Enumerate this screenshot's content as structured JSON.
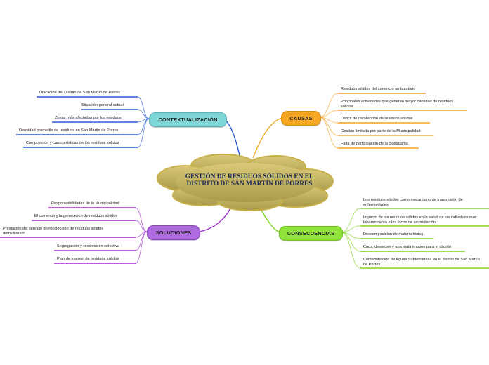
{
  "central": {
    "title": "GESTIÓN DE RESIDUOS SÓLIDOS EN EL DISTRITO DE SAN MARTÍN DE PORRES"
  },
  "branches": {
    "contextualizacion": {
      "label": "CONTEXTUALIZACIÓN",
      "color": "#2a5bd7",
      "fill": "#7fd6d6",
      "items": [
        "Ubicación del Distrito de San Martín de Porres",
        "Situación general actual",
        "Zonas más afectadas por los residuos",
        "Densidad promedio de residuos en San Martín de Porres",
        "Composición y características de los residuos sólidos"
      ]
    },
    "causas": {
      "label": "CAUSAS",
      "color": "#f5a623",
      "fill": "#f5a623",
      "items": [
        "Residuos sólidos del comercio ambulatorio",
        "Principales actividades que generan mayor cantidad de residuos sólidos",
        "Déficit de recolección de residuos sólidos",
        "Gestión limitada por parte de la Municipalidad",
        "Falta de participación de la ciudadanía"
      ]
    },
    "soluciones": {
      "label": "SOLUCIONES",
      "color": "#9b2fc9",
      "fill": "#b06ae0",
      "items": [
        "Responsabilidades de la Municipalidad",
        "El comercio y la generación de residuos sólidos",
        "Prestación del servicio de recolección de residuos sólidos domiciliarios",
        "Segregación y recolección selectiva",
        "Plan de manejo de residuos sólidos"
      ]
    },
    "consecuencias": {
      "label": "CONSECUENCIAS",
      "color": "#7ed321",
      "fill": "#8fe33a",
      "items": [
        "Los residuos sólidos como mecanismo de transmisión de enfermedades",
        "Impacto de los residuos sólidos en la salud de los individuos que laboran cerca a los focos de acumulación",
        "Descomposición de materia tóxica",
        "Caos, desorden y una mala imagen para el distrito",
        "Contaminación de Aguas Subterráneas en el distrito de San Martín de Porres"
      ]
    }
  }
}
